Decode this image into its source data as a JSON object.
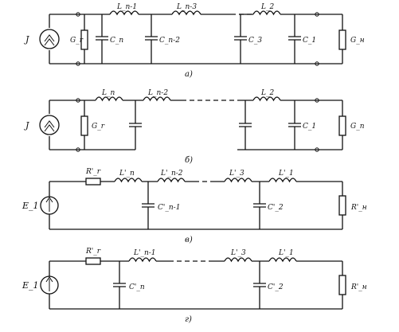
{
  "circuits": [
    {
      "caption": "a)",
      "source": "J",
      "g_source": "G_r",
      "g_load": "G_н",
      "inductors": [
        "L_n-1",
        "L_n-3",
        "L_2"
      ],
      "capacitors": [
        "C_n",
        "C_n-2",
        "C_3",
        "C_1"
      ]
    },
    {
      "caption": "б)",
      "source": "J",
      "g_source": "G_r",
      "g_load": "G_n",
      "inductors": [
        "L_n",
        "L_n-2",
        "L_2"
      ],
      "capacitors": [
        "C_1"
      ]
    },
    {
      "caption": "в)",
      "source": "E_1",
      "r_source": "R'_r",
      "r_load": "R'_н",
      "inductors": [
        "L'_n",
        "L'_n-2",
        "L'_3",
        "L'_1"
      ],
      "capacitors": [
        "C'_n-1",
        "C'_2"
      ]
    },
    {
      "caption": "г)",
      "source": "E_1",
      "r_source": "R'_r",
      "r_load": "R'_н",
      "inductors": [
        "L'_n-1",
        "L'_3",
        "L'_1"
      ],
      "capacitors": [
        "C'_n",
        "C'_2"
      ]
    }
  ]
}
